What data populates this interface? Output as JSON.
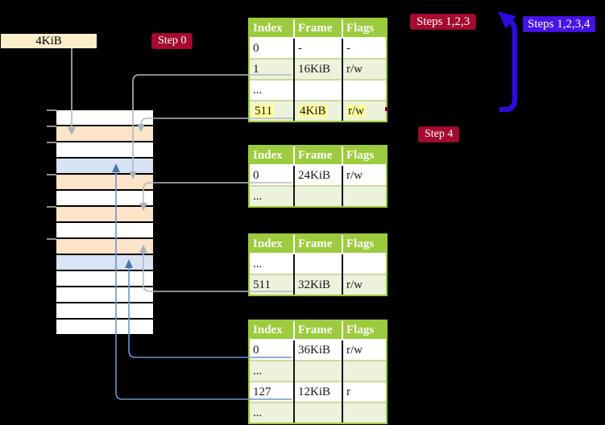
{
  "labels": {
    "frame_size": "4KiB",
    "step0": "Step 0",
    "steps_123": "Steps 1,2,3",
    "steps_1234": "Steps 1,2,3,4",
    "step4": "Step 4"
  },
  "table_headers": [
    "Index",
    "Frame",
    "Flags"
  ],
  "tables": [
    {
      "rows": [
        [
          "0",
          "-",
          "-"
        ],
        [
          "1",
          "16KiB",
          "r/w"
        ],
        [
          "...",
          "",
          ""
        ],
        [
          "511",
          "4KiB",
          "r/w"
        ]
      ],
      "highlighted_row_index": "511"
    },
    {
      "rows": [
        [
          "0",
          "24KiB",
          "r/w"
        ],
        [
          "...",
          "",
          ""
        ]
      ]
    },
    {
      "rows": [
        [
          "...",
          "",
          ""
        ],
        [
          "511",
          "32KiB",
          "r/w"
        ]
      ]
    },
    {
      "rows": [
        [
          "0",
          "36KiB",
          "r/w"
        ],
        [
          "...",
          "",
          ""
        ],
        [
          "127",
          "12KiB",
          "r"
        ],
        [
          "...",
          "",
          ""
        ]
      ]
    }
  ],
  "memory_strip": {
    "rows": [
      "white",
      "peach",
      "white",
      "blue",
      "peach",
      "white",
      "peach",
      "white",
      "peach",
      "blue",
      "white",
      "white",
      "white",
      "white"
    ]
  },
  "connections": [
    {
      "from": "frame-size-label",
      "to": "memory-row-2",
      "color": "gray"
    },
    {
      "from": "table-1-row-1",
      "to": "memory-row-5",
      "color": "gray"
    },
    {
      "from": "table-1-row-511",
      "to": "memory-row-2",
      "color": "gray"
    },
    {
      "from": "table-2-row-0",
      "to": "memory-row-7",
      "color": "gray"
    },
    {
      "from": "table-3-row-511",
      "to": "memory-row-9",
      "color": "gray"
    },
    {
      "from": "table-4-row-0",
      "to": "memory-row-10",
      "color": "blue"
    },
    {
      "from": "table-4-row-127",
      "to": "memory-row-4",
      "color": "blue"
    }
  ],
  "colors": {
    "background": "#000000",
    "table_header_green": "#9CCB3E",
    "table_row_alt_green": "#ECF2DC",
    "highlight_yellow": "#FFFF9C",
    "frame_peach": "#FCE4C9",
    "frame_blue": "#D8E4F4",
    "badge_red": "#A60B2F",
    "badge_blue": "#4714E8",
    "loop_arrow_blue": "#2D0BDC",
    "connector_gray": "#B3B9BF",
    "connector_blue": "#6E92CC",
    "frame_label_bg": "#FBEECB"
  }
}
